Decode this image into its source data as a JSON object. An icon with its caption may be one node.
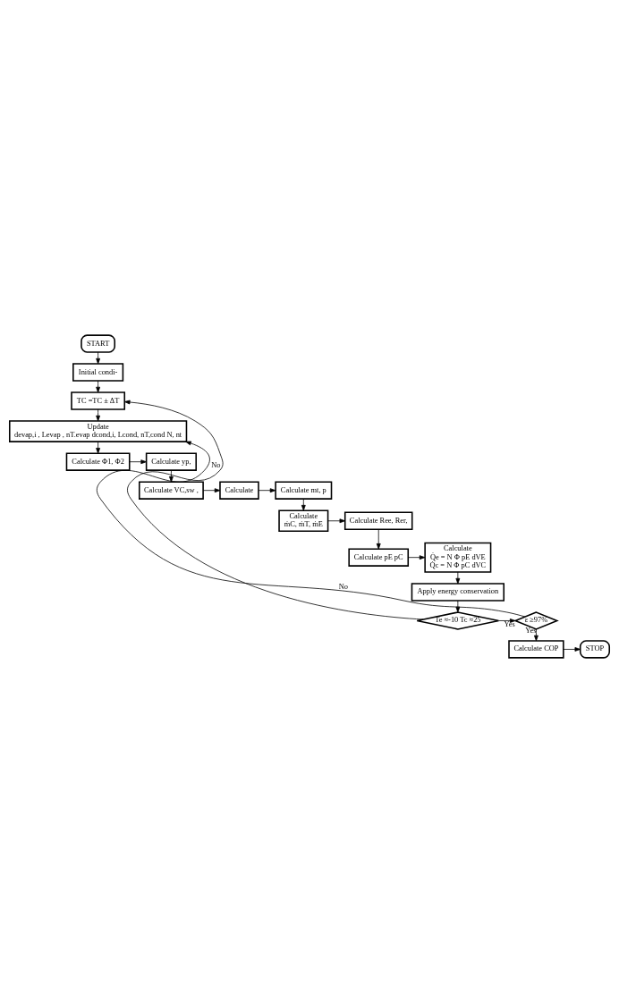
{
  "diagram": {
    "nodes": [
      {
        "text": [
          "START"
        ]
      },
      {
        "text": [
          "Initial condi-"
        ]
      },
      {
        "text": [
          "TC =TC ± ΔT"
        ]
      },
      {
        "text": [
          "Update",
          "devap,i , Levap , nT.evap dcond,i, Lcond, nT,cond N, nt"
        ]
      },
      {
        "text": [
          "Calculate Φ1, Φ2"
        ]
      },
      {
        "text": [
          "Calculate yp,"
        ]
      },
      {
        "text": [
          "Calculate VC,sw ,"
        ]
      },
      {
        "text": [
          "Calculate"
        ]
      },
      {
        "text": [
          "Calculate mt, p"
        ]
      },
      {
        "text": [
          "Calculate",
          "ṁC, ṁT, ṁE"
        ]
      },
      {
        "text": [
          "Calculate Ree, Rer,"
        ]
      },
      {
        "text": [
          "Calculate",
          "Q̇e = N Φ pE dVE",
          "Q̇c = N Φ pC dVC"
        ]
      },
      {
        "text": [
          "Calculate pE pC"
        ]
      },
      {
        "text": [
          "Apply energy conservation"
        ]
      },
      {
        "text": [
          "Te ≈-10 Tc ≈25"
        ]
      },
      {
        "text": [
          "ε ≥97%"
        ]
      },
      {
        "text": [
          "Calculate COP"
        ]
      },
      {
        "text": [
          "STOP"
        ]
      }
    ],
    "edges": [
      {
        "from": 0,
        "to": 1,
        "arrow": "to"
      },
      {
        "from": 1,
        "to": 2,
        "arrow": "to"
      },
      {
        "from": 2,
        "to": 3,
        "arrow": "to"
      },
      {
        "from": 3,
        "to": 4,
        "arrow": "to"
      },
      {
        "from": 4,
        "to": 5,
        "arrow": "to"
      },
      {
        "from": 5,
        "to": 6,
        "arrow": "to"
      },
      {
        "from": 6,
        "to": 7,
        "arrow": "to"
      },
      {
        "from": 7,
        "to": 8,
        "arrow": "to"
      },
      {
        "from": 8,
        "to": 9,
        "arrow": "to"
      },
      {
        "from": 9,
        "to": 10,
        "arrow": "to"
      },
      {
        "from": 10,
        "to": 12,
        "arrow": "to"
      },
      {
        "from": 12,
        "to": 11,
        "arrow": "to"
      },
      {
        "from": 11,
        "to": 13,
        "arrow": "to"
      },
      {
        "from": 13,
        "to": 14,
        "arrow": "to"
      },
      {
        "from": 14,
        "to": 15,
        "arrow": "to",
        "label": "Yes"
      },
      {
        "from": 14,
        "to": 2,
        "arrow": "to",
        "label": "No"
      },
      {
        "from": 15,
        "to": 3,
        "arrow": "to",
        "label": "No"
      },
      {
        "from": 15,
        "to": 16,
        "arrow": "to",
        "label": "Yes"
      },
      {
        "from": 16,
        "to": 17,
        "arrow": "to"
      }
    ]
  }
}
